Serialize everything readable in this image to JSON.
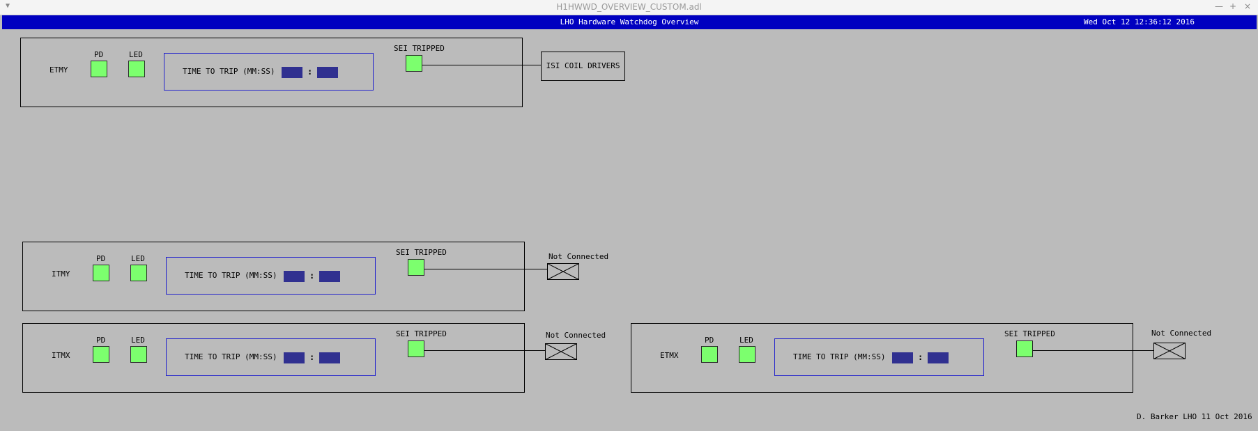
{
  "window": {
    "title": "H1HWWD_OVERVIEW_CUSTOM.adl"
  },
  "header": {
    "title": "LHO Hardware Watchdog Overview",
    "datetime": "Wed Oct 12 12:36:12 2016"
  },
  "labels": {
    "pd": "PD",
    "led": "LED",
    "time_to_trip": "TIME TO TRIP (MM:SS)",
    "colon": ":",
    "sei_tripped": "SEI TRIPPED",
    "not_connected": "Not Connected",
    "isi_coil_drivers": "ISI COIL DRIVERS"
  },
  "chambers": {
    "etmy": {
      "name": "ETMY"
    },
    "itmy": {
      "name": "ITMY"
    },
    "itmx": {
      "name": "ITMX"
    },
    "etmx": {
      "name": "ETMX"
    }
  },
  "colors": {
    "background": "#bbbbbb",
    "header": "#0000c0",
    "indicator_ok": "#7cff6e",
    "time_value": "#303090",
    "time_box_border": "#2222cc"
  },
  "footer": {
    "credit": "D. Barker LHO 11 Oct 2016"
  }
}
